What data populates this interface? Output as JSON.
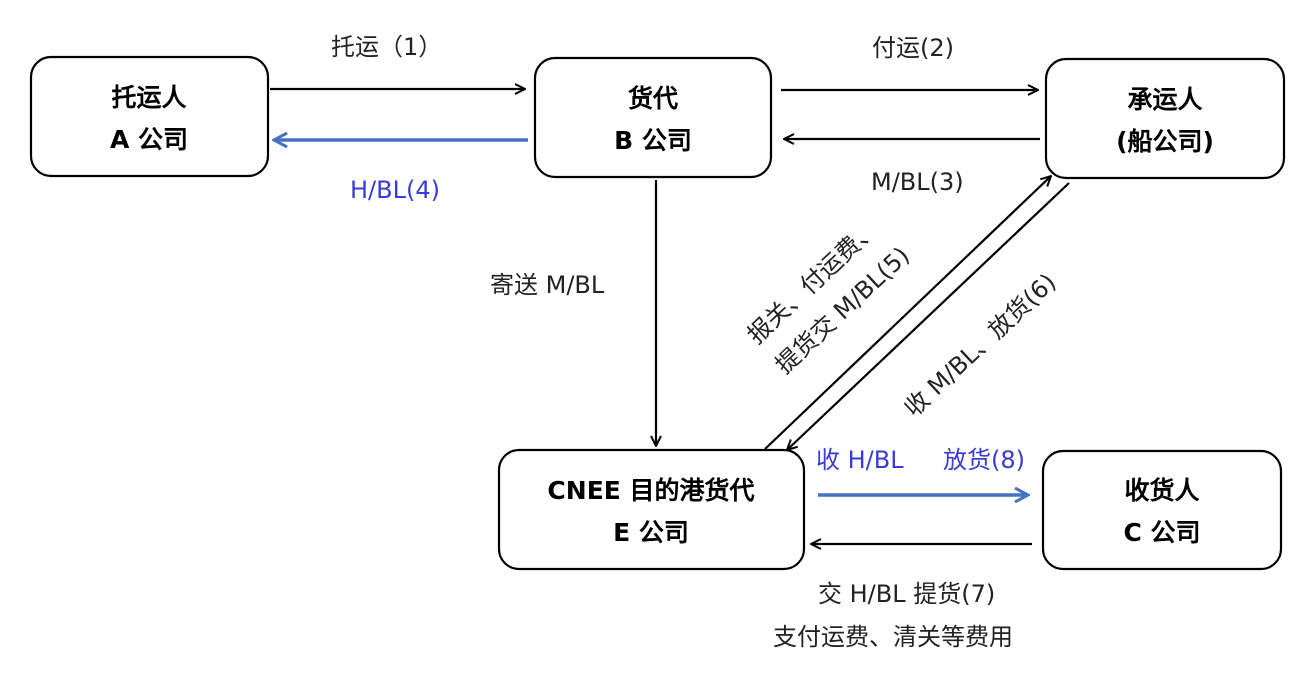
{
  "nodes": {
    "shipper": {
      "line1": "托运人",
      "line2": "A 公司"
    },
    "forwarder": {
      "line1": "货代",
      "line2": "B 公司"
    },
    "carrier": {
      "line1": "承运人",
      "line2": "(船公司)"
    },
    "dest_forwarder": {
      "line1": "CNEE 目的港货代",
      "line2": "E 公司"
    },
    "consignee": {
      "line1": "收货人",
      "line2": "C 公司"
    }
  },
  "labels": {
    "step1": "托运（1）",
    "step2": "付运(2)",
    "step3": "M/BL(3)",
    "step4": "H/BL(4)",
    "mail_mbl": "寄送 M/BL",
    "step5_line1": "报关、付运费、",
    "step5_line2": "提货交 M/BL(5)",
    "step6": "收 M/BL、放货(6)",
    "step8_a": "收 H/BL",
    "step8_b": "放货(8)",
    "step7_line1": "交 H/BL  提货(7)",
    "step7_line2": "支付运费、清关等费用"
  },
  "colors": {
    "blue_arrow": "#4472c4",
    "blue_text": "#3a3ad8",
    "black": "#000000"
  }
}
